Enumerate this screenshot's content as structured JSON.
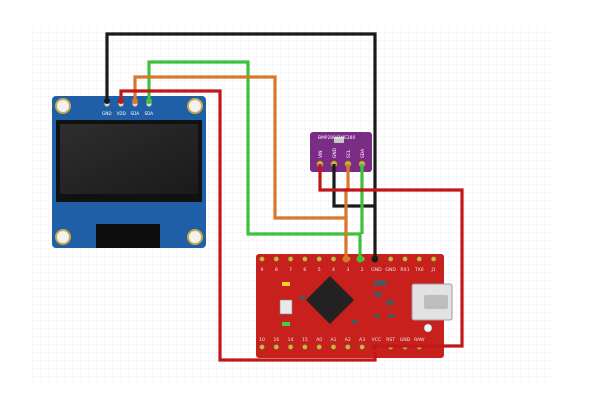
{
  "colors": {
    "wire_black": "#1a1a1a",
    "wire_green": "#3cc23c",
    "wire_orange": "#d9772a",
    "wire_red": "#c01818",
    "oled_pcb": "#1f5fa8",
    "sensor_pcb": "#7b2c86",
    "mcu_pcb": "#c8201c",
    "grid": "#e6e6e6"
  },
  "oled": {
    "pins": [
      "GND",
      "VDD",
      "SDA",
      "SDA"
    ]
  },
  "sensor": {
    "title": "BMP280/BME280",
    "pins": [
      "VIN",
      "GND",
      "SCL",
      "SDA"
    ]
  },
  "mcu": {
    "top_pins": [
      "9",
      "8",
      "7",
      "6",
      "5",
      "4",
      "3",
      "2",
      "GND",
      "GND",
      "RX1",
      "TX0",
      "J1"
    ],
    "bottom_pins": [
      "10",
      "16",
      "14",
      "15",
      "A0",
      "A1",
      "A2",
      "A3",
      "VCC",
      "RST",
      "GND",
      "RAW"
    ]
  }
}
